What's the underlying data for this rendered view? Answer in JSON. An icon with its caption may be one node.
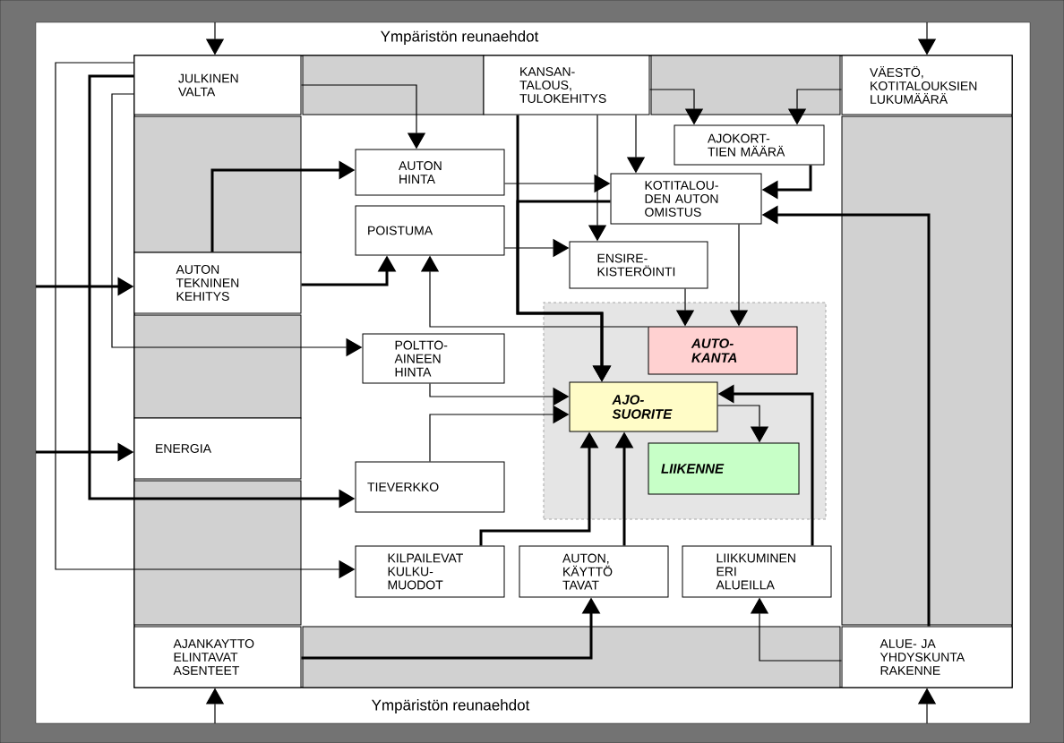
{
  "diagram": {
    "nodes": [
      {
        "text": [
          "JULKINEN VALTA"
        ]
      },
      {
        "text": [
          "KANSAN- TALOUS, TULOKEHITYS"
        ]
      },
      {
        "text": [
          "VÄESTÖ, KOTITALOUKSIEN LUKUMÄÄRÄ"
        ]
      },
      {
        "text": [
          "AUTON HINTA"
        ]
      },
      {
        "text": [
          "AJOKORT- TIEN MÄÄRÄ"
        ]
      },
      {
        "text": [
          "KOTITALOU- DEN AUTON OMISTUS"
        ]
      },
      {
        "text": [
          "POISTUMA"
        ]
      },
      {
        "text": [
          "ENSIRE- KISTERÖINTI"
        ]
      },
      {
        "text": [
          "AUTON TEKNINEN KEHITYS"
        ]
      },
      {
        "text": [],
        "shape": "box"
      },
      {
        "text": [
          "AUTO- KANTA"
        ],
        "in": 9
      },
      {
        "text": [
          "POLTTO- AINEEN HINTA"
        ]
      },
      {
        "text": [
          "AJO- SUORITE"
        ],
        "in": 9
      },
      {
        "text": [
          "ENERGIA"
        ]
      },
      {
        "text": [
          "LIIKENNE"
        ],
        "in": 9
      },
      {
        "text": [
          "TIEVERKKO"
        ]
      },
      {
        "text": [
          "KILPAILEVAT KULKU- MUODOT"
        ]
      },
      {
        "text": [
          "AUTON, KÄYTTÖ TAVAT"
        ]
      },
      {
        "text": [
          "LIIKKUMINEN ERI ALUEILLA"
        ]
      },
      {
        "text": [
          "AJANKAYTTO ELINTAVAT ASENTEET"
        ]
      },
      {
        "text": [
          "ALUE- JA YHDYSKUNTA RAKENNE"
        ]
      }
    ],
    "edges": [
      {
        "from": null,
        "to": 0,
        "arrow": "to"
      },
      {
        "from": null,
        "to": 2,
        "arrow": "to"
      },
      {
        "from": null,
        "to": 19,
        "arrow": "to"
      },
      {
        "from": null,
        "to": 20,
        "arrow": "to"
      },
      {
        "from": null,
        "to": 8,
        "arrow": "to",
        "style": "thick"
      },
      {
        "from": null,
        "to": 13,
        "arrow": "to",
        "style": "thick"
      },
      {
        "from": 0,
        "to": 16,
        "arrow": "to"
      },
      {
        "from": 0,
        "to": 15,
        "arrow": "to",
        "style": "thick"
      },
      {
        "from": 0,
        "to": 11,
        "arrow": "to"
      },
      {
        "from": 0,
        "to": 3,
        "arrow": "to"
      },
      {
        "from": 8,
        "to": 3,
        "arrow": "to",
        "style": "thick"
      },
      {
        "from": 8,
        "to": 6,
        "arrow": "to",
        "style": "thick"
      },
      {
        "from": 10,
        "to": 6,
        "arrow": "to"
      },
      {
        "from": 1,
        "to": 12,
        "arrow": "to",
        "style": "thick"
      },
      {
        "from": 5,
        "to": 12,
        "arrow": "to",
        "style": "thick"
      },
      {
        "from": 1,
        "to": 5,
        "arrow": "to"
      },
      {
        "from": 1,
        "to": 7,
        "arrow": "to"
      },
      {
        "from": 1,
        "to": 4,
        "arrow": "to"
      },
      {
        "from": 2,
        "to": 4,
        "arrow": "to"
      },
      {
        "from": 4,
        "to": 5,
        "arrow": "to",
        "style": "thick"
      },
      {
        "from": 20,
        "to": 5,
        "arrow": "to",
        "style": "thick"
      },
      {
        "from": 3,
        "to": 5,
        "arrow": "to"
      },
      {
        "from": 6,
        "to": 7,
        "arrow": "to"
      },
      {
        "from": 7,
        "to": 10,
        "arrow": "to"
      },
      {
        "from": 5,
        "to": 10,
        "arrow": "to"
      },
      {
        "from": 11,
        "to": 12,
        "arrow": "to"
      },
      {
        "from": 15,
        "to": 12,
        "arrow": "to"
      },
      {
        "from": 16,
        "to": 12,
        "arrow": "to",
        "style": "thick"
      },
      {
        "from": 17,
        "to": 12,
        "arrow": "to",
        "style": "thick"
      },
      {
        "from": 18,
        "to": 12,
        "arrow": "to",
        "style": "thick"
      },
      {
        "from": 12,
        "to": 14,
        "arrow": "to"
      },
      {
        "from": 19,
        "to": 17,
        "arrow": "to",
        "style": "thick"
      },
      {
        "from": 20,
        "to": 18,
        "arrow": "to"
      }
    ],
    "labels": [
      "Ympäristön reunaehdot",
      "Ympäristön reunaehdot"
    ]
  }
}
